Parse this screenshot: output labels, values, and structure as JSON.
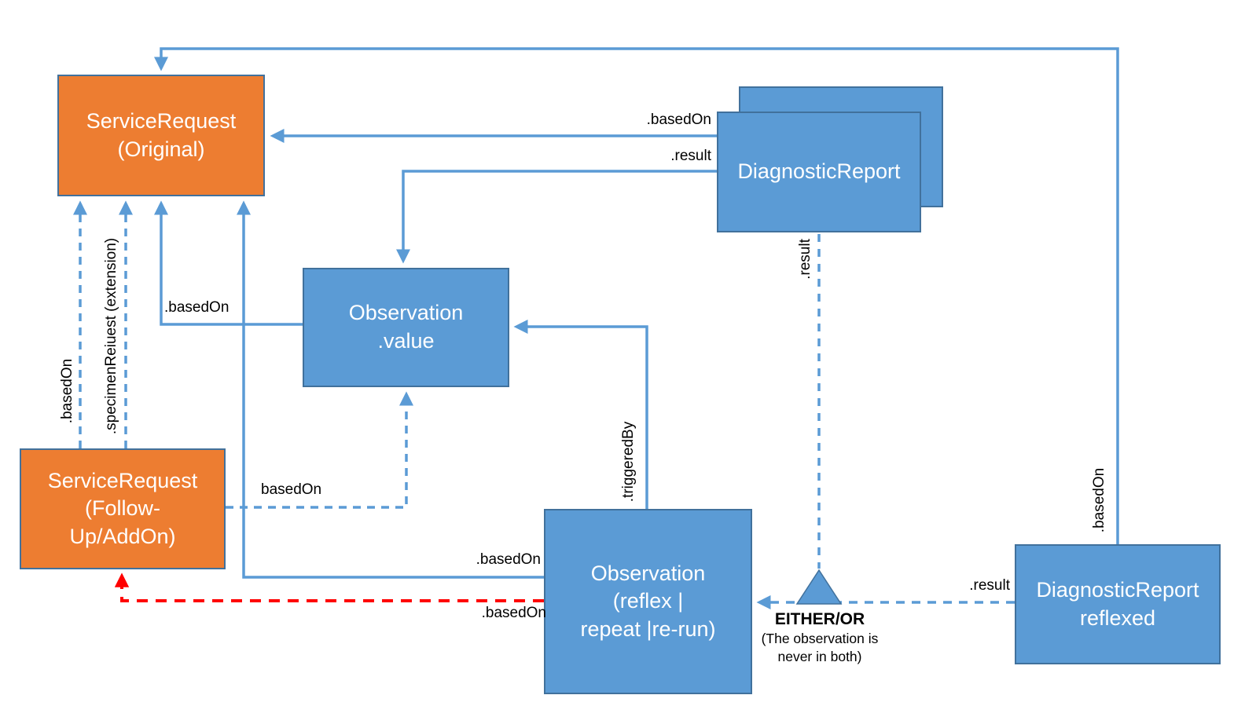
{
  "colors": {
    "orange_fill": "#ED7D31",
    "blue_fill": "#5B9BD5",
    "border_blue": "#41719C",
    "connector_blue": "#5B9BD5",
    "connector_red": "#FF0000",
    "label_text": "#000000",
    "node_text": "#FFFFFF"
  },
  "nodes": {
    "sr_original": {
      "line1": "ServiceRequest",
      "line2": "(Original)"
    },
    "sr_followup": {
      "line1": "ServiceRequest",
      "line2": "(Follow-",
      "line3": "Up/AddOn)"
    },
    "obs_value": {
      "line1": "Observation",
      "line2": ".value"
    },
    "dr_front": {
      "line1": "DiagnosticReport"
    },
    "obs_reflex": {
      "line1": "Observation",
      "line2": "(reflex |",
      "line3": "repeat |re-run)"
    },
    "dr_reflexed": {
      "line1": "DiagnosticReport",
      "line2": "reflexed"
    }
  },
  "edge_labels": {
    "basedon_dr_to_sr": ".basedOn",
    "result_dr_to_obsvalue": ".result",
    "basedon_obsvalue_to_sr": ".basedOn",
    "basedon_followup_to_sr": ".basedOn",
    "specimen_request_ext": ".specimenReiuest (extension)",
    "basedon_followup_to_obsvalue": "basedOn",
    "triggeredby_reflex_to_obsvalue": ".triggeredBy",
    "basedon_reflex_to_sr": ".basedOn",
    "basedon_reflex_to_followup_red": ".basedOn",
    "result_dr_to_triangle": ".result",
    "result_reflexed_to_reflex": ".result",
    "basedon_reflexed_to_sr": ".basedOn"
  },
  "annotation": {
    "either_or": "EITHER/OR",
    "note_line1": "(The observation is",
    "note_line2": "never in both)"
  }
}
